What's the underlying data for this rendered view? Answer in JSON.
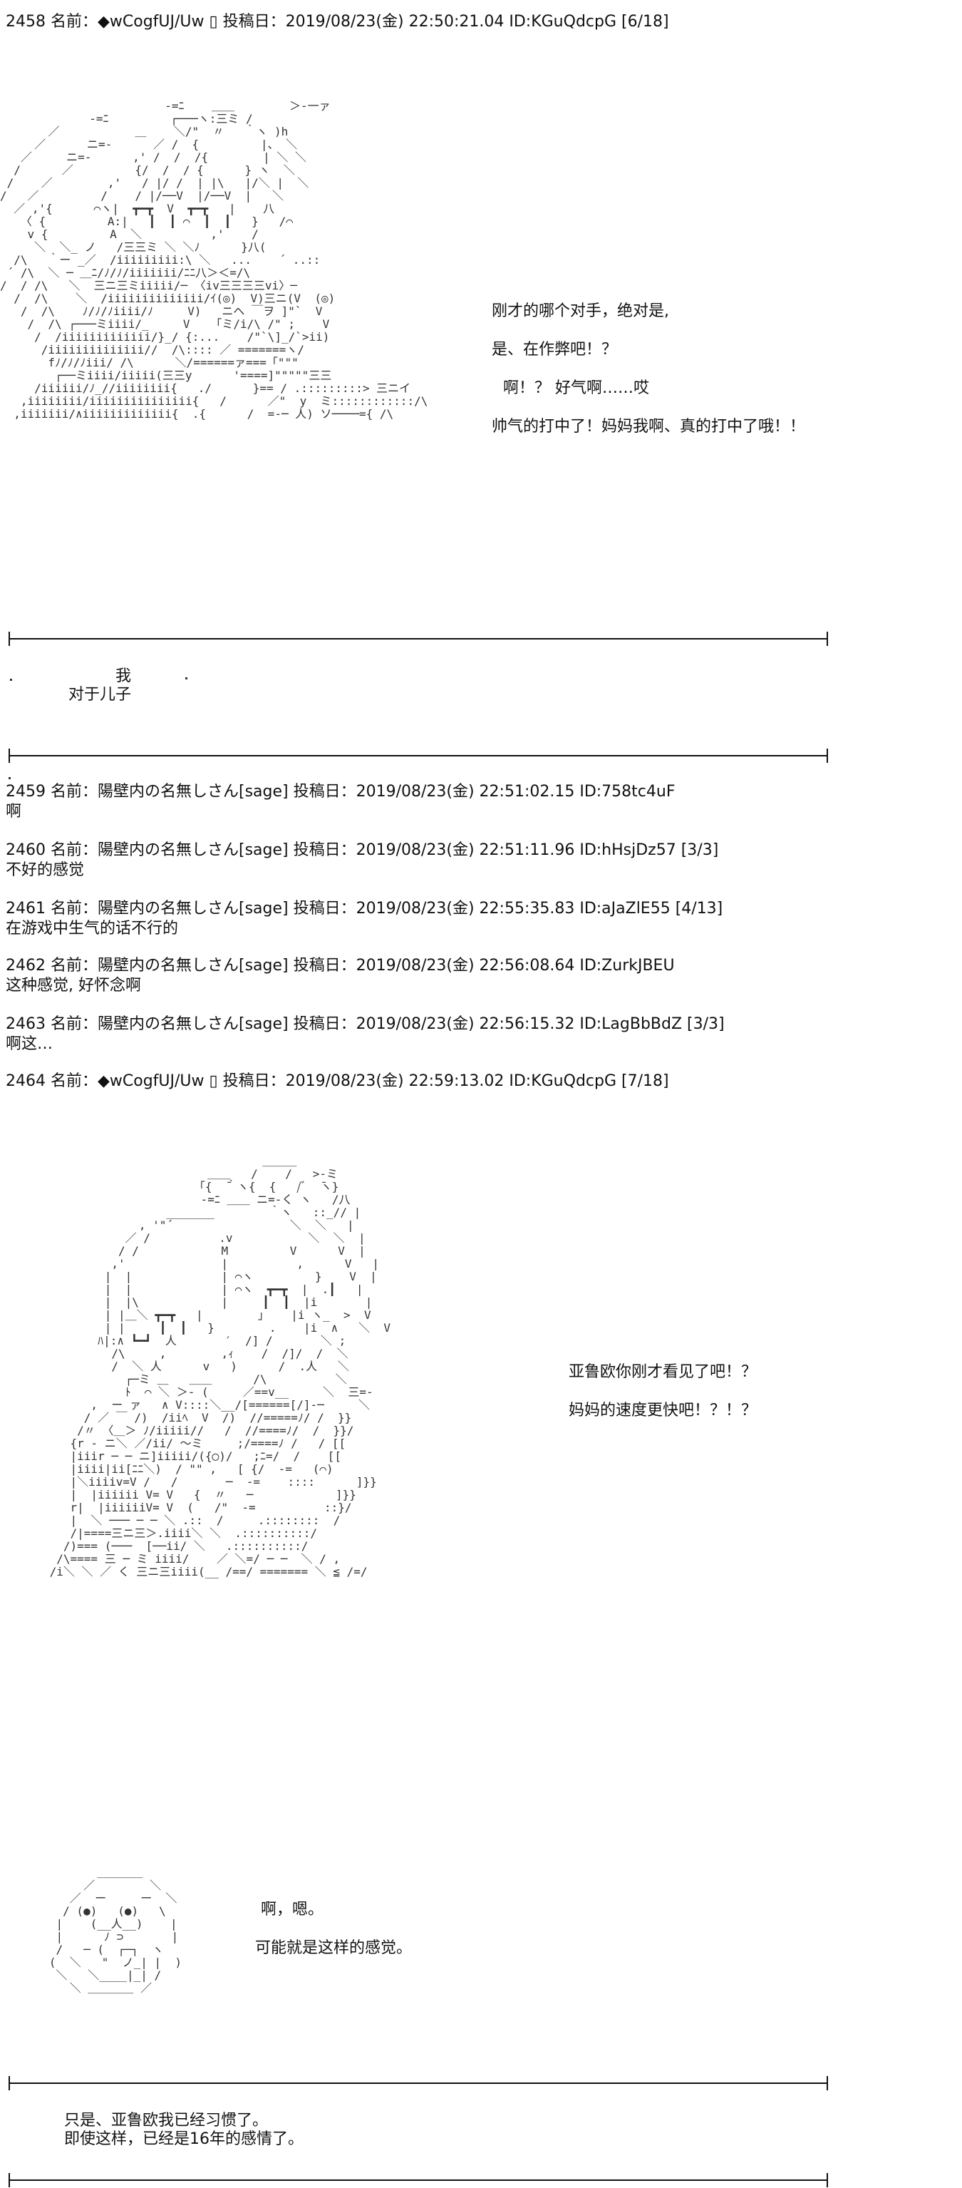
{
  "posts": [
    {
      "header": "2458 名前：◆wCogfUJ/Uw ▯ 投稿日：2019/08/23(金) 22:50:21.04 ID:KGuQdcpG [6/18]"
    },
    {
      "header": "2459 名前：陽壁内の名無しさん[sage] 投稿日：2019/08/23(金) 22:51:02.15 ID:758tc4uF",
      "body": "啊"
    },
    {
      "header": "2460 名前：陽壁内の名無しさん[sage] 投稿日：2019/08/23(金) 22:51:11.96 ID:hHsjDz57 [3/3]",
      "body": "不好的感觉"
    },
    {
      "header": "2461 名前：陽壁内の名無しさん[sage] 投稿日：2019/08/23(金) 22:55:35.83 ID:aJaZlE55 [4/13]",
      "body": "在游戏中生气的话不行的"
    },
    {
      "header": "2462 名前：陽壁内の名無しさん[sage] 投稿日：2019/08/23(金) 22:56:08.64 ID:ZurkJBEU",
      "body": "这种感觉, 好怀念啊"
    },
    {
      "header": "2463 名前：陽壁内の名無しさん[sage] 投稿日：2019/08/23(金) 22:56:15.32 ID:LagBbBdZ [3/3]",
      "body": "啊这…"
    },
    {
      "header": "2464 名前：◆wCogfUJ/Uw ▯ 投稿日：2019/08/23(金) 22:59:13.02 ID:KGuQdcpG [7/18]"
    }
  ],
  "scene1": {
    "dialog": [
      "刚才的哪个对手，绝对是,",
      "是、在作弊吧！？",
      "啊！？ 好气啊……哎",
      "帅气的打中了！妈妈我啊、真的打中了哦！！"
    ],
    "caption": [
      "我",
      "对于儿子"
    ]
  },
  "scene2": {
    "dialog": [
      "亚鲁欧你刚才看见了吧！？",
      "妈妈的速度更快吧！？！？"
    ]
  },
  "scene3": {
    "dialog": [
      "啊，嗯。",
      "可能就是这样的感觉。"
    ]
  },
  "closing": [
    "只是、亚鲁欧我已经习惯了。",
    "即使这样，已经是16年的感情了。"
  ]
}
